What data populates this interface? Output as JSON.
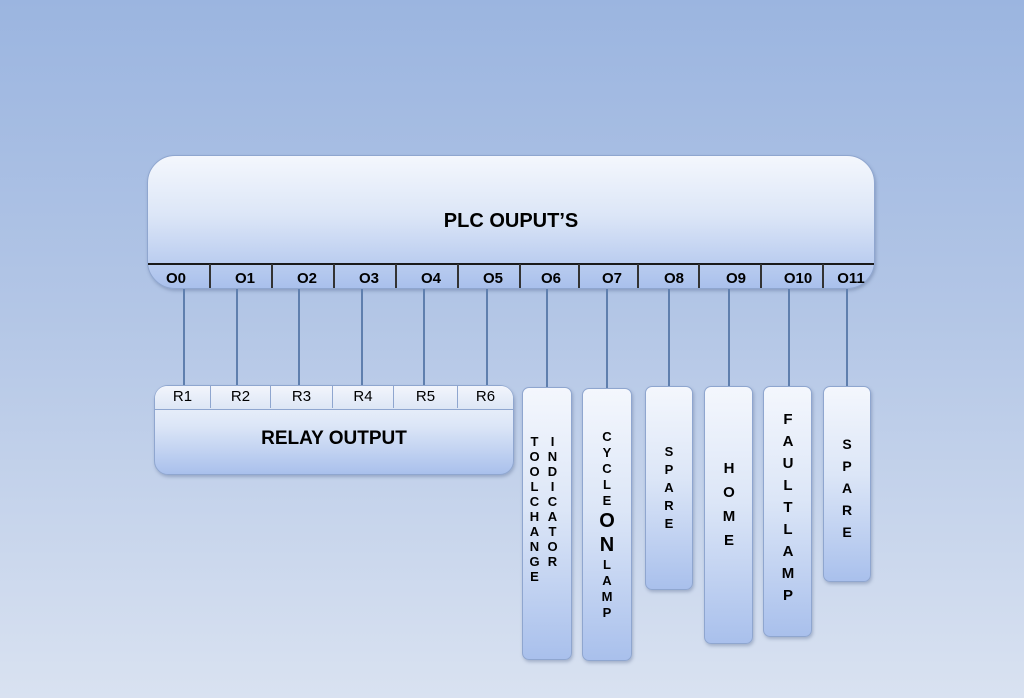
{
  "plc": {
    "title": "PLC OUPUT’S",
    "outputs": [
      "O0",
      "O1",
      "O2",
      "O3",
      "O4",
      "O5",
      "O6",
      "O7",
      "O8",
      "O9",
      "O10",
      "O11"
    ]
  },
  "relay": {
    "title": "RELAY OUTPUT",
    "cells": [
      "R1",
      "R2",
      "R3",
      "R4",
      "R5",
      "R6"
    ]
  },
  "devices": [
    {
      "name": "TOOLCHANGE INDICATOR",
      "words": [
        "TOOLCHANGE",
        "INDICATOR"
      ]
    },
    {
      "name": "CYCLE ON LAMP",
      "letters": [
        "C",
        "Y",
        "C",
        "L",
        "E",
        "O",
        "N",
        "L",
        "A",
        "M",
        "P"
      ]
    },
    {
      "name": "SPARE",
      "letters": [
        "S",
        "P",
        "A",
        "R",
        "E"
      ]
    },
    {
      "name": "HOME",
      "letters": [
        "H",
        "O",
        "M",
        "E"
      ]
    },
    {
      "name": "FAULT LAMP",
      "letters": [
        "F",
        "A",
        "U",
        "L",
        "T",
        "L",
        "A",
        "M",
        "P"
      ]
    },
    {
      "name": "SPARE",
      "letters": [
        "S",
        "P",
        "A",
        "R",
        "E"
      ]
    }
  ]
}
